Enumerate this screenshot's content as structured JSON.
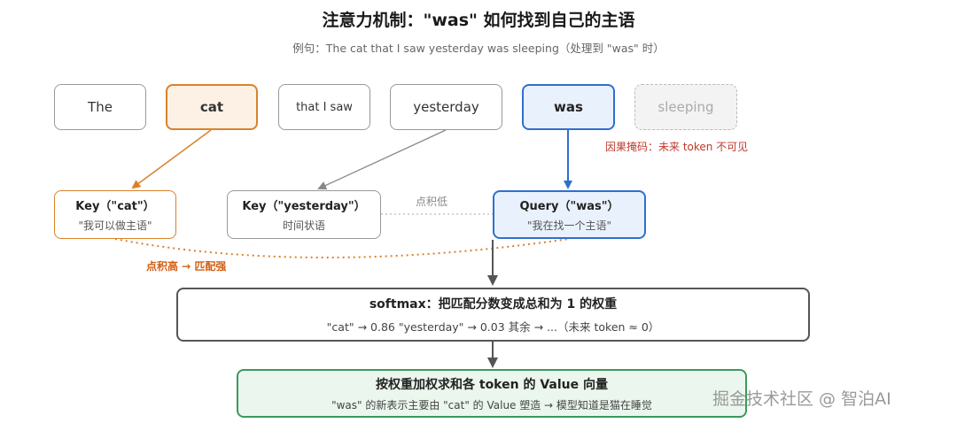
{
  "title": "注意力机制：\"was\" 如何找到自己的主语",
  "subtitle": "例句：The cat that I saw yesterday was sleeping（处理到 \"was\" 时）",
  "tokens": {
    "the": "The",
    "cat": "cat",
    "that_i_saw": "that I saw",
    "yesterday": "yesterday",
    "was": "was",
    "sleeping": "sleeping"
  },
  "mask_note": "因果掩码：未来 token 不可见",
  "key_cat": {
    "title": "Key（\"cat\"）",
    "desc": "\"我可以做主语\""
  },
  "key_yesterday": {
    "title": "Key（\"yesterday\"）",
    "desc": "时间状语"
  },
  "query_was": {
    "title": "Query（\"was\"）",
    "desc": "\"我在找一个主语\""
  },
  "dot_low": "点积低",
  "dot_high": "点积高 → 匹配强",
  "softmax": {
    "title": "softmax：把匹配分数变成总和为 1 的权重",
    "detail": "\"cat\" → 0.86   \"yesterday\" → 0.03   其余 → ...（未来 token ≈ 0）"
  },
  "result": {
    "title": "按权重加权求和各 token 的 Value 向量",
    "detail": "\"was\" 的新表示主要由 \"cat\" 的 Value 塑造 → 模型知道是猫在睡觉"
  },
  "watermark": "掘金技术社区 @ 智泊AI",
  "colors": {
    "orange": "#d9822b",
    "blue": "#2f6fd0",
    "green": "#3a9a5b",
    "gray": "#999999",
    "red_note": "#c0392b"
  }
}
